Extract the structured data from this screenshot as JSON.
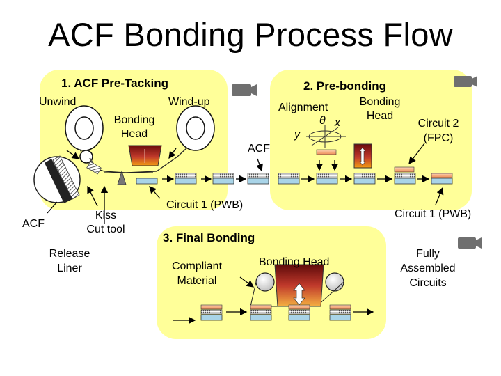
{
  "title": "ACF Bonding Process Flow",
  "sections": {
    "pre_tacking": {
      "heading": "1. ACF Pre-Tacking",
      "unwind": "Unwind",
      "wind_up": "Wind-up",
      "bonding_head_1": "Bonding",
      "bonding_head_2": "Head",
      "acf": "ACF",
      "kiss_cut_1": "Kiss",
      "kiss_cut_2": "Cut tool",
      "release_liner_1": "Release",
      "release_liner_2": "Liner",
      "circuit_1": "Circuit 1 (PWB)",
      "tape_label": "ACF"
    },
    "pre_bonding": {
      "heading": "2. Pre-bonding",
      "alignment": "Alignment",
      "theta": "θ",
      "x": "x",
      "y": "y",
      "bonding_head_1": "Bonding",
      "bonding_head_2": "Head",
      "circuit_2_1": "Circuit 2",
      "circuit_2_2": "(FPC)",
      "circuit_1": "Circuit 1 (PWB)"
    },
    "final_bonding": {
      "heading": "3. Final Bonding",
      "compliant_1": "Compliant",
      "compliant_2": "Material",
      "bonding_head": "Bonding Head",
      "fully_1": "Fully",
      "fully_2": "Assembled",
      "fully_3": "Circuits"
    }
  },
  "colors": {
    "panel": "#ffff99",
    "head": "#8b1a1a",
    "circuit": "#a9d4e8",
    "pad": "#f4a070",
    "arrow": "#000000"
  },
  "icons": [
    "camera-icon",
    "camera-icon",
    "camera-icon"
  ]
}
